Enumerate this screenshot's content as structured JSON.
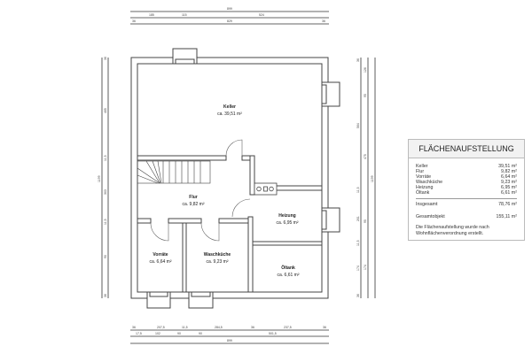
{
  "rooms": [
    {
      "name": "Keller",
      "area": "ca. 39,51 m²"
    },
    {
      "name": "Flur",
      "area": "ca. 9,82 m²"
    },
    {
      "name": "Heizung",
      "area": "ca. 6,95 m²"
    },
    {
      "name": "Vorräte",
      "area": "ca. 6,64 m²"
    },
    {
      "name": "Waschküche",
      "area": "ca. 9,23 m²"
    },
    {
      "name": "Öltank",
      "area": "ca. 6,61 m²"
    }
  ],
  "table": {
    "title": "FLÄCHENAUFSTELLUNG",
    "rows": [
      {
        "label": "Keller",
        "value": "39,51 m²"
      },
      {
        "label": "Flur",
        "value": "9,82 m²"
      },
      {
        "label": "Vorräte",
        "value": "6,64 m²"
      },
      {
        "label": "Waschküche",
        "value": "9,23 m²"
      },
      {
        "label": "Heizung",
        "value": "6,95 m²"
      },
      {
        "label": "Öltank",
        "value": "6,61 m²"
      }
    ],
    "total_label": "Insgesamt",
    "total_value": "78,76 m²",
    "overall_label": "Gesamtobjekt",
    "overall_value": "155,11 m²",
    "note": "Die Flächenaufstellung wurde nach Wohnflächenverordnung erstellt."
  },
  "dimensions": {
    "top": [
      "899",
      "185",
      "115",
      "524",
      "36",
      "829",
      "36"
    ],
    "bottom": [
      "36",
      "207,5",
      "11,5",
      "284,5",
      "36",
      "237,5",
      "36",
      "17,5",
      "102",
      "90",
      "90",
      "501,5",
      "899"
    ],
    "left": [
      "36",
      "465",
      "11,5",
      "303",
      "11,5",
      "90",
      "36",
      "1199"
    ],
    "right": [
      "36",
      "564",
      "11,5",
      "201",
      "11,5",
      "174",
      "36",
      "126",
      "95",
      "475",
      "95",
      "174",
      "1199"
    ]
  },
  "colors": {
    "wall": "#ffffff",
    "wall_stroke": "#444444",
    "table_header": "#f2f2f2"
  }
}
